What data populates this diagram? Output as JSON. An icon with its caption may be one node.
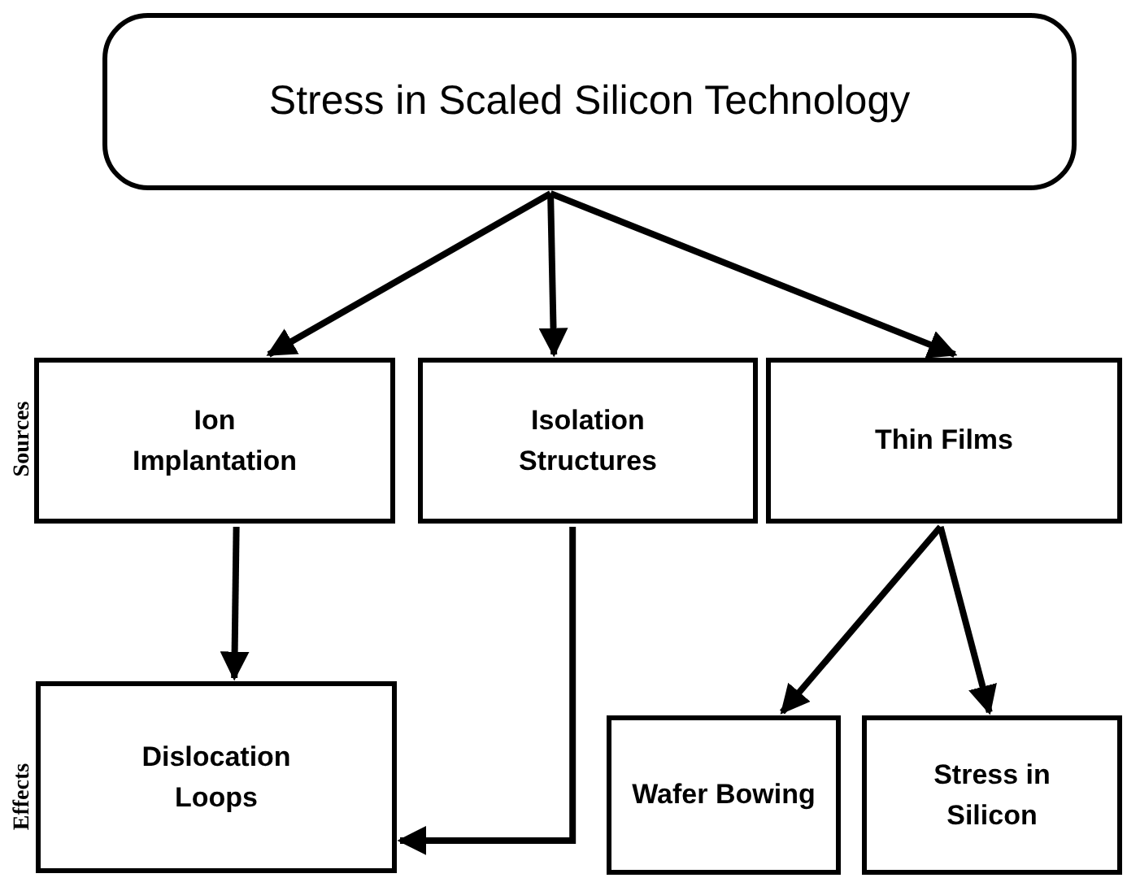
{
  "diagram": {
    "nodes": [
      {
        "text": [
          "Stress in Scaled Silicon Technology"
        ]
      },
      {
        "text": [
          "Ion Implantation"
        ]
      },
      {
        "text": [
          "Isolation Structures"
        ]
      },
      {
        "text": [
          "Thin Films"
        ]
      },
      {
        "text": [
          "Dislocation Loops"
        ]
      },
      {
        "text": [
          "Wafer Bowing"
        ]
      },
      {
        "text": [
          "Stress in Silicon"
        ]
      }
    ],
    "edges": [
      {
        "from": 0,
        "to": 1,
        "arrow": "to"
      },
      {
        "from": 0,
        "to": 2,
        "arrow": "to"
      },
      {
        "from": 0,
        "to": 3,
        "arrow": "to"
      },
      {
        "from": 1,
        "to": 4,
        "arrow": "to"
      },
      {
        "from": 2,
        "to": 4,
        "arrow": "to"
      },
      {
        "from": 3,
        "to": 5,
        "arrow": "to"
      },
      {
        "from": 3,
        "to": 6,
        "arrow": "to"
      }
    ],
    "labels": [
      "Sources",
      "Effects"
    ]
  }
}
